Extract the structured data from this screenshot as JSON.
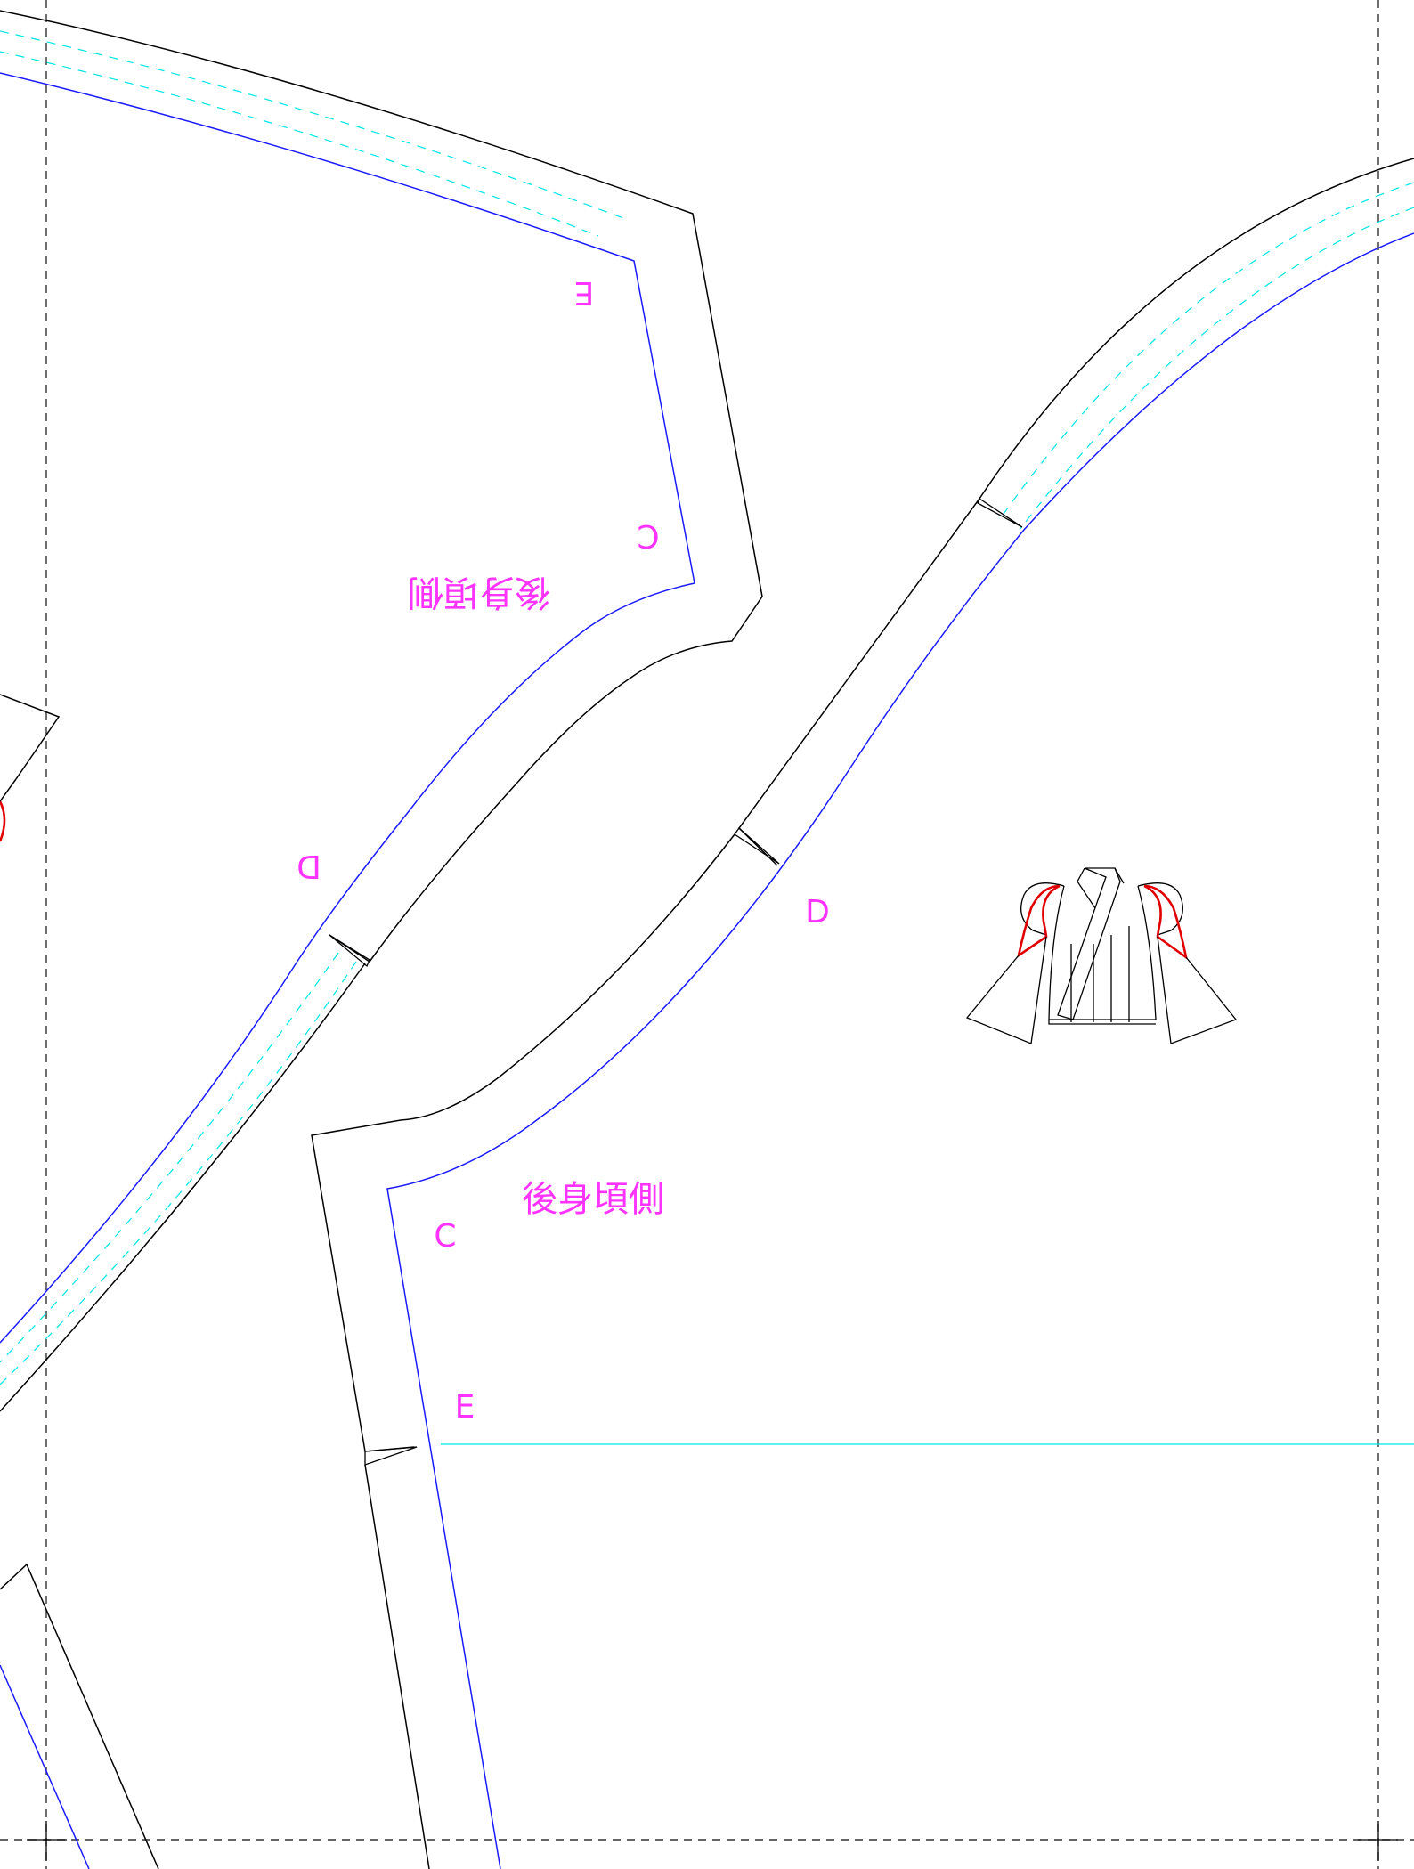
{
  "pieces": {
    "upper_label": "後身頃側",
    "lower_label": "後身頃側"
  },
  "markers": {
    "upper": {
      "e": "E",
      "c": "C",
      "d": "D"
    },
    "lower": {
      "d": "D",
      "c": "C",
      "e": "E"
    }
  },
  "thumbnail": {
    "name": "jacket-illustration"
  },
  "colors": {
    "cut_line": "#000000",
    "seam_line": "#1a1aff",
    "label": "#ff33ff",
    "guide": "#00e5e5",
    "highlight": "#e00000"
  }
}
